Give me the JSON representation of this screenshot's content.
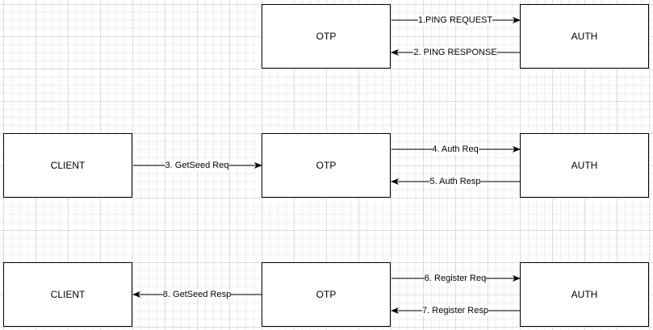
{
  "diagram": {
    "rows": [
      {
        "nodes": [
          {
            "label": "OTP"
          },
          {
            "label": "AUTH"
          }
        ],
        "edges": [
          {
            "label": "1.PING REQUEST",
            "direction": "right"
          },
          {
            "label": "2. PING RESPONSE",
            "direction": "left"
          }
        ]
      },
      {
        "nodes": [
          {
            "label": "CLIENT"
          },
          {
            "label": "OTP"
          },
          {
            "label": "AUTH"
          }
        ],
        "edges": [
          {
            "label": "3. GetSeed Req",
            "direction": "right"
          },
          {
            "label": "4. Auth Req",
            "direction": "right"
          },
          {
            "label": "5. Auth Resp",
            "direction": "left"
          }
        ]
      },
      {
        "nodes": [
          {
            "label": "CLIENT"
          },
          {
            "label": "OTP"
          },
          {
            "label": "AUTH"
          }
        ],
        "edges": [
          {
            "label": "8. GetSeed Resp",
            "direction": "left"
          },
          {
            "label": "6. Register Req",
            "direction": "right"
          },
          {
            "label": "7. Register Resp",
            "direction": "left"
          }
        ]
      }
    ]
  },
  "colors": {
    "stroke": "#000000",
    "box_fill": "#ffffff",
    "grid_major": "#dcdcdc",
    "grid_minor": "#f0f0f0"
  }
}
